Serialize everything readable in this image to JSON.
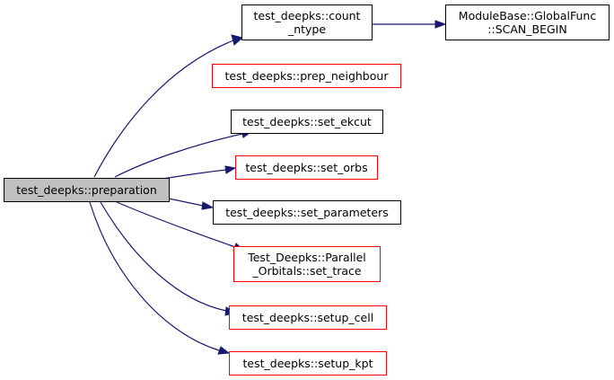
{
  "colors": {
    "edge": "#191970",
    "root_fill": "#bfbfbf",
    "border_default": "#000000",
    "border_incomplete": "#ff0000"
  },
  "nodes": {
    "preparation": {
      "lines": [
        "test_deepks::preparation"
      ]
    },
    "count_ntype": {
      "lines": [
        "test_deepks::count",
        "_ntype"
      ]
    },
    "scan_begin": {
      "lines": [
        "ModuleBase::GlobalFunc",
        "::SCAN_BEGIN"
      ]
    },
    "prep_neighbour": {
      "lines": [
        "test_deepks::prep_neighbour"
      ]
    },
    "set_ekcut": {
      "lines": [
        "test_deepks::set_ekcut"
      ]
    },
    "set_orbs": {
      "lines": [
        "test_deepks::set_orbs"
      ]
    },
    "set_parameters": {
      "lines": [
        "test_deepks::set_parameters"
      ]
    },
    "set_trace": {
      "lines": [
        "Test_Deepks::Parallel",
        "_Orbitals::set_trace"
      ]
    },
    "setup_cell": {
      "lines": [
        "test_deepks::setup_cell"
      ]
    },
    "setup_kpt": {
      "lines": [
        "test_deepks::setup_kpt"
      ]
    }
  }
}
